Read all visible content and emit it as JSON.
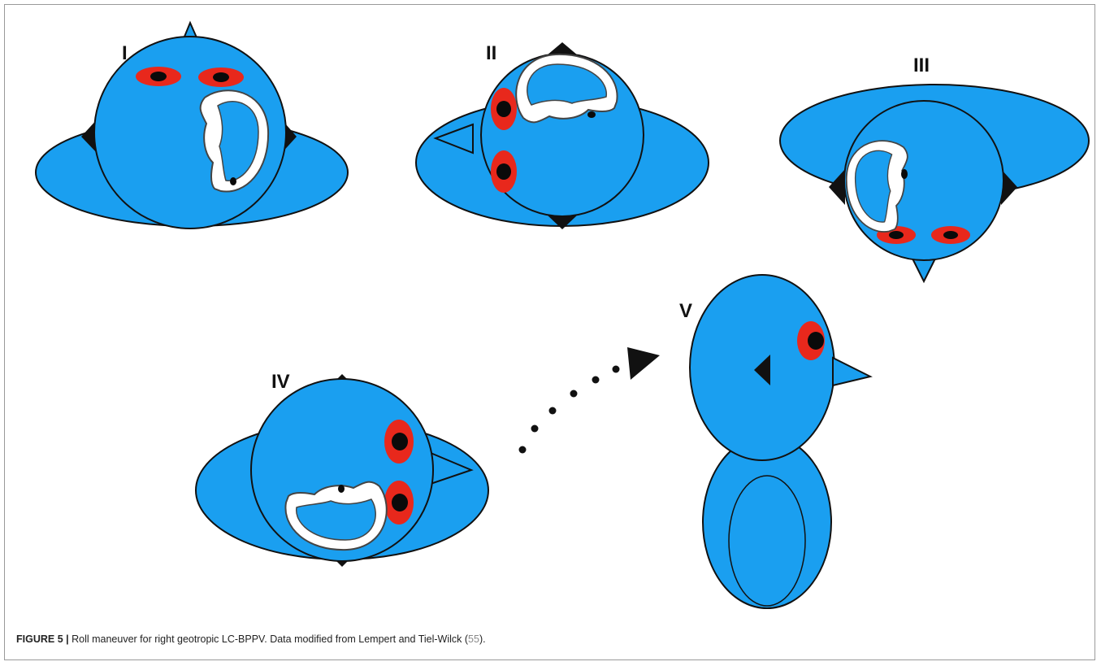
{
  "figure": {
    "panels": [
      {
        "id": "I",
        "label": "I"
      },
      {
        "id": "II",
        "label": "II"
      },
      {
        "id": "III",
        "label": "III"
      },
      {
        "id": "IV",
        "label": "IV"
      },
      {
        "id": "V",
        "label": "V"
      }
    ],
    "colors": {
      "body": "#1a9ff0",
      "outline": "#111111",
      "eye": "#e8281c",
      "pupil": "#0a0a0a",
      "canal": "#ffffff"
    }
  },
  "caption": {
    "figure_number": "FIGURE 5 |",
    "text_before_ref": " Roll maneuver for right geotropic LC-BPPV. Data modified from Lempert and Tiel-Wilck (",
    "ref": "55",
    "text_after_ref": ")."
  }
}
